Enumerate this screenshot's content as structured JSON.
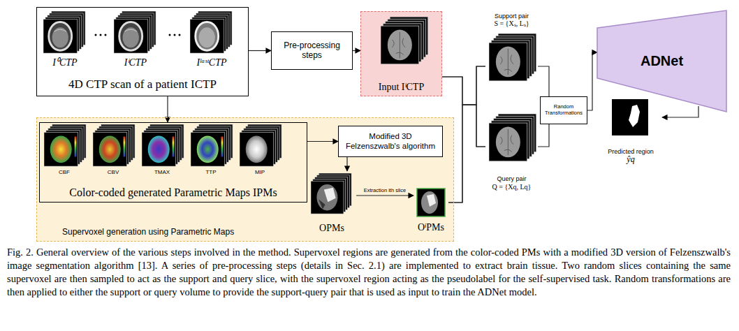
{
  "diagram": {
    "caption": "Fig. 2. General overview of the various steps involved in the method. Supervoxel regions are generated from the color-coded PMs with a modified 3D version of Felzenszwalb's image segmentation algorithm [13]. A series of pre-processing steps (details in Sec. 2.1) are implemented to extract brain tissue. Two random slices containing the same supervoxel are then sampled to act as the support and query slice, with the supervoxel region acting as the pseudolabel for the self-supervised task. Random transformations are then applied to either the support or query volume to provide the support-query pair that is used as input to train the ADNet model.",
    "nodes": [
      {
        "text": [
          "4D CTP scan of a patient ICTP"
        ]
      },
      {
        "text": [
          "Pre-processing steps"
        ]
      },
      {
        "text": [
          "Input IⁱCTP"
        ]
      },
      {
        "text": [
          "Supervoxel generation using Parametric Maps"
        ]
      },
      {
        "text": [
          "Color-coded generated Parametric Maps IPMs"
        ],
        "in": 3
      },
      {
        "text": [
          "Modified 3D Felzenszwalb's algorithm"
        ],
        "in": 3
      },
      {
        "text": [
          "OPMs"
        ],
        "in": 3
      },
      {
        "text": [
          "OⁱPMs"
        ],
        "in": 3
      },
      {
        "text": [
          "Support pair",
          "S = {Xₛ, Lₛ}"
        ]
      },
      {
        "text": [
          "Query pair",
          "Q = {Xq, Lq}"
        ]
      },
      {
        "text": [
          "Random Transformations"
        ]
      },
      {
        "text": [
          "ADNet"
        ]
      },
      {
        "text": [
          "Predicted region",
          "ŷq"
        ]
      }
    ],
    "edges": [
      {
        "from": 0,
        "to": 1,
        "arrow": "to"
      },
      {
        "from": 1,
        "to": 2,
        "arrow": "to"
      },
      {
        "from": 0,
        "to": 4,
        "arrow": "to"
      },
      {
        "from": 4,
        "to": 5,
        "arrow": "to"
      },
      {
        "from": 5,
        "to": 6,
        "arrow": "to"
      },
      {
        "from": 6,
        "to": 7,
        "arrow": "to",
        "label": "Extraction ith slice"
      },
      {
        "from": 2,
        "to": 8,
        "arrow": "none"
      },
      {
        "from": 2,
        "to": 9,
        "arrow": "none"
      },
      {
        "from": 7,
        "to": 8,
        "arrow": "none"
      },
      {
        "from": 7,
        "to": 9,
        "arrow": "none"
      },
      {
        "from": 8,
        "to": 10,
        "arrow": "none"
      },
      {
        "from": 9,
        "to": 10,
        "arrow": "none"
      },
      {
        "from": 10,
        "to": 11,
        "arrow": "to"
      },
      {
        "from": 11,
        "to": 12,
        "arrow": "to"
      }
    ],
    "labels": [
      "I⁰CTP",
      "IⁱCTP",
      "IˡᵃˢᵗCTP",
      "CBF",
      "CBV",
      "TMAX",
      "TTP",
      "MIP"
    ]
  }
}
